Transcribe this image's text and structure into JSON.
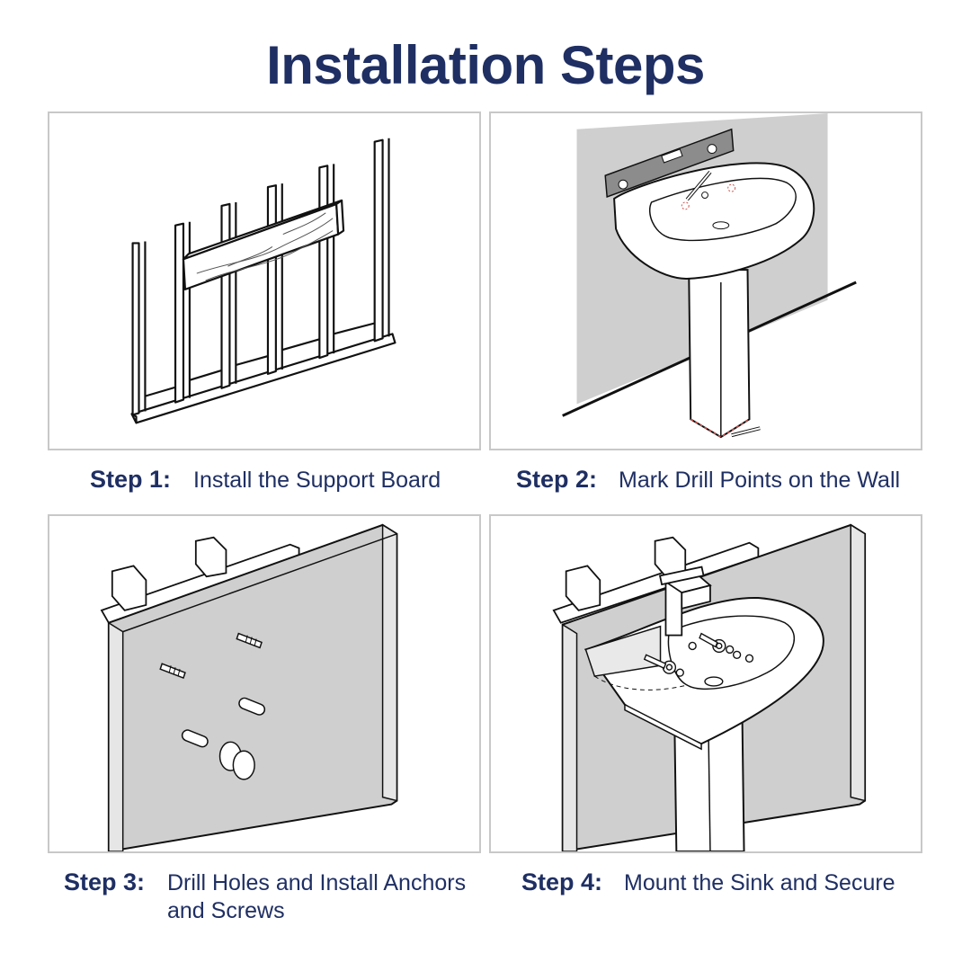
{
  "title": "Installation Steps",
  "colors": {
    "title": "#1f2f63",
    "wall": "#cfcfcf",
    "border": "#c8c8c8",
    "mark": "#d2504b"
  },
  "steps": [
    {
      "label": "Step 1:",
      "text": "Install the Support Board"
    },
    {
      "label": "Step 2:",
      "text": "Mark Drill Points on the Wall"
    },
    {
      "label": "Step 3:",
      "text": "Drill Holes and Install Anchors and Screws"
    },
    {
      "label": "Step 4:",
      "text": "Mount the Sink and Secure"
    }
  ]
}
